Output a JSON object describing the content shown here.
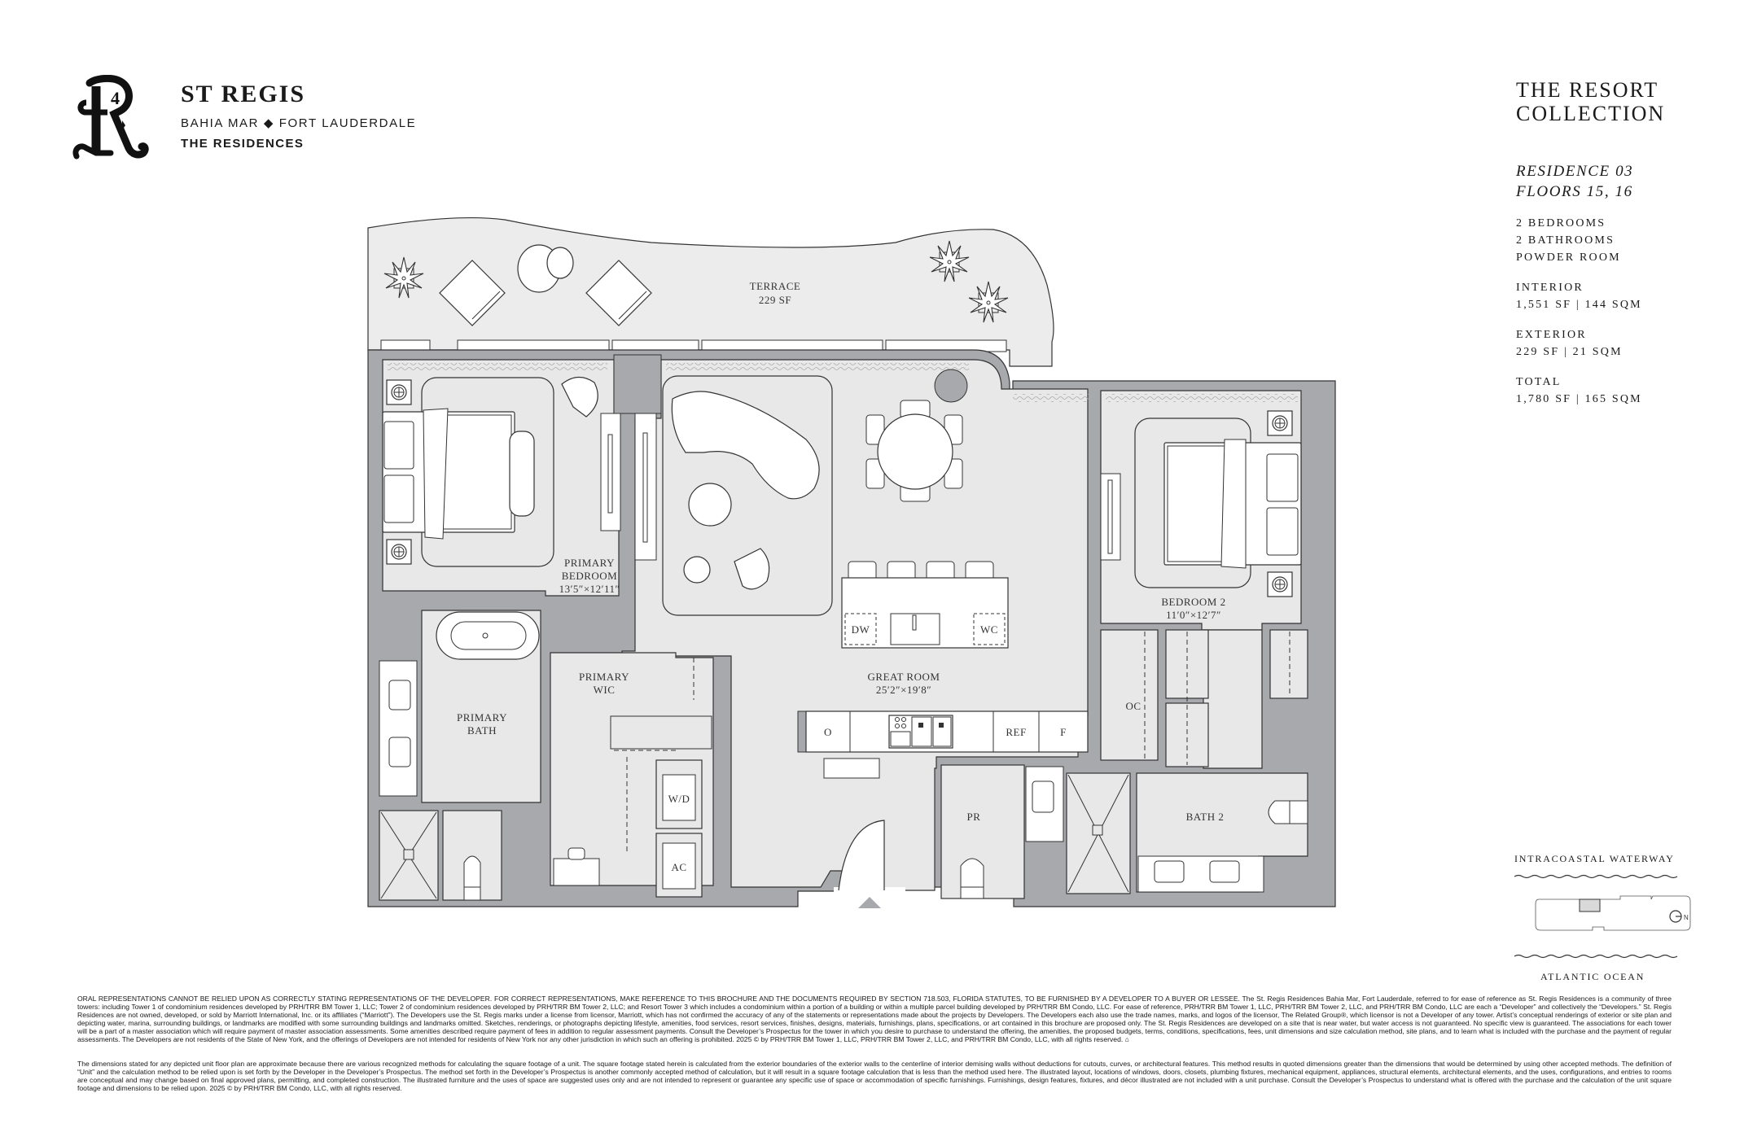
{
  "brand": {
    "name": "ST REGIS",
    "location": "BAHIA MAR ◆ FORT LAUDERDALE",
    "subtitle": "THE RESIDENCES",
    "monogram_icon": "st-regis-monogram-icon"
  },
  "info": {
    "collection_line1": "THE RESORT",
    "collection_line2": "COLLECTION",
    "residence": "RESIDENCE 03",
    "floors": "FLOORS 15, 16",
    "bedrooms": "2 BEDROOMS",
    "bathrooms": "2 BATHROOMS",
    "powder": "POWDER ROOM",
    "metrics": [
      {
        "label": "INTERIOR",
        "value": "1,551 SF | 144 SQM"
      },
      {
        "label": "EXTERIOR",
        "value": "229 SF | 21 SQM"
      },
      {
        "label": "TOTAL",
        "value": "1,780 SF | 165 SQM"
      }
    ]
  },
  "rooms": {
    "terrace": {
      "name": "TERRACE",
      "size": "229 SF"
    },
    "primary_bedroom": {
      "line1": "PRIMARY",
      "line2": "BEDROOM",
      "dims": "13′5″×12′11″"
    },
    "great_room": {
      "name": "GREAT ROOM",
      "dims": "25′2″×19′8″"
    },
    "bedroom_2": {
      "name": "BEDROOM 2",
      "dims": "11′0″×12′7″"
    },
    "primary_wic": {
      "line1": "PRIMARY",
      "line2": "WIC"
    },
    "primary_bath": {
      "line1": "PRIMARY",
      "line2": "BATH"
    },
    "powder": "PR",
    "bath_2": "BATH 2",
    "owner_closet": "OC",
    "washer_dryer": "W/D",
    "ac": "AC"
  },
  "appliances": {
    "dishwasher": "DW",
    "wine_cooler": "WC",
    "oven": "O",
    "refrigerator": "REF",
    "freezer": "F"
  },
  "sitemap": {
    "top_label": "INTRACOASTAL WATERWAY",
    "bottom_label": "ATLANTIC OCEAN",
    "north": "N"
  },
  "legal": {
    "paragraph1": "ORAL REPRESENTATIONS CANNOT BE RELIED UPON AS CORRECTLY STATING REPRESENTATIONS OF THE DEVELOPER. FOR CORRECT REPRESENTATIONS, MAKE REFERENCE TO THIS BROCHURE AND THE DOCUMENTS REQUIRED BY SECTION 718.503, FLORIDA STATUTES, TO BE FURNISHED BY A DEVELOPER TO A BUYER OR LESSEE. The St. Regis Residences Bahia Mar, Fort Lauderdale, referred to for ease of reference as St. Regis Residences is a community of three towers: including Tower 1 of condominium residences developed by PRH/TRR BM Tower 1, LLC; Tower 2 of condominium residences developed by PRH/TRR BM Tower 2, LLC; and Resort Tower 3 which includes a condominium within a portion of a building or within a multiple parcel building developed by PRH/TRR BM Condo, LLC. For ease of reference, PRH/TRR BM Tower 1, LLC, PRH/TRR BM Tower 2, LLC, and PRH/TRR BM Condo, LLC are each a “Developer” and collectively the “Developers.” St. Regis Residences are not owned, developed, or sold by Marriott International, Inc. or its affiliates (“Marriott”). The Developers use the St. Regis marks under a license from licensor, Marriott, which has not confirmed the accuracy of any of the statements or representations made about the projects by Developers. The Developers each also use the trade names, marks, and logos of the licensor, The Related Group®, which licensor is not a Developer of any tower. Artist’s conceptual renderings of exterior or site plan and depicting water, marina, surrounding buildings, or landmarks are modified with some surrounding buildings and landmarks omitted. Sketches, renderings, or photographs depicting lifestyle, amenities, food services, resort services, finishes, designs, materials, furnishings, plans, specifications, or art contained in this brochure are proposed only. The St. Regis Residences are developed on a site that is near water, but water access is not guaranteed. No specific view is guaranteed. The associations for each tower will be a part of a master association which will require payment of master association assessments. Some amenities described require payment of fees in addition to regular assessment payments. Consult the Developer’s Prospectus for the tower in which you desire to purchase to understand the offering, the amenities, the proposed budgets, terms, conditions, specifications, fees, unit dimensions and size calculation method, site plans, and to learn what is included with the purchase and the payment of regular assessments. The Developers are not residents of the State of New York, and the offerings of Developers are not intended for residents of New York nor any other jurisdiction in which such an offering is prohibited. 2025 © by PRH/TRR BM Tower 1, LLC, PRH/TRR BM Tower 2, LLC, and PRH/TRR BM Condo, LLC, with all rights reserved. ⌂",
    "paragraph2": "The dimensions stated for any depicted unit floor plan are approximate because there are various recognized methods for calculating the square footage of a unit. The square footage stated herein is calculated from the exterior boundaries of the exterior walls to the centerline of interior demising walls without deductions for cutouts, curves, or architectural features. This method results in quoted dimensions greater than the dimensions that would be determined by using other accepted methods. The definition of “Unit” and the calculation method to be relied upon is set forth by the Developer in the Developer’s Prospectus. The method set forth in the Developer’s Prospectus is another commonly accepted method of calculation, but it will result in a square footage calculation that is less than the method used here. The illustrated layout, locations of windows, doors, closets, plumbing fixtures, mechanical equipment, appliances, structural elements, architectural elements, and the uses, configurations, and entries to rooms are conceptual and may change based on final approved plans, permitting, and completed construction. The illustrated furniture and the uses of space are suggested uses only and are not intended to represent or guarantee any specific use of space or accommodation of specific furnishings. Furnishings, design features, fixtures, and décor illustrated are not included with a unit purchase. Consult the Developer’s Prospectus to understand what is offered with the purchase and the calculation of the unit square footage and dimensions to be relied upon. 2025 © by PRH/TRR BM Condo, LLC, with all rights reserved."
  },
  "colors": {
    "wall": "#a7a9ac",
    "floor": "#e8e8e8",
    "terrace": "#ececec",
    "fixture": "#ffffff",
    "line": "#231f20"
  }
}
